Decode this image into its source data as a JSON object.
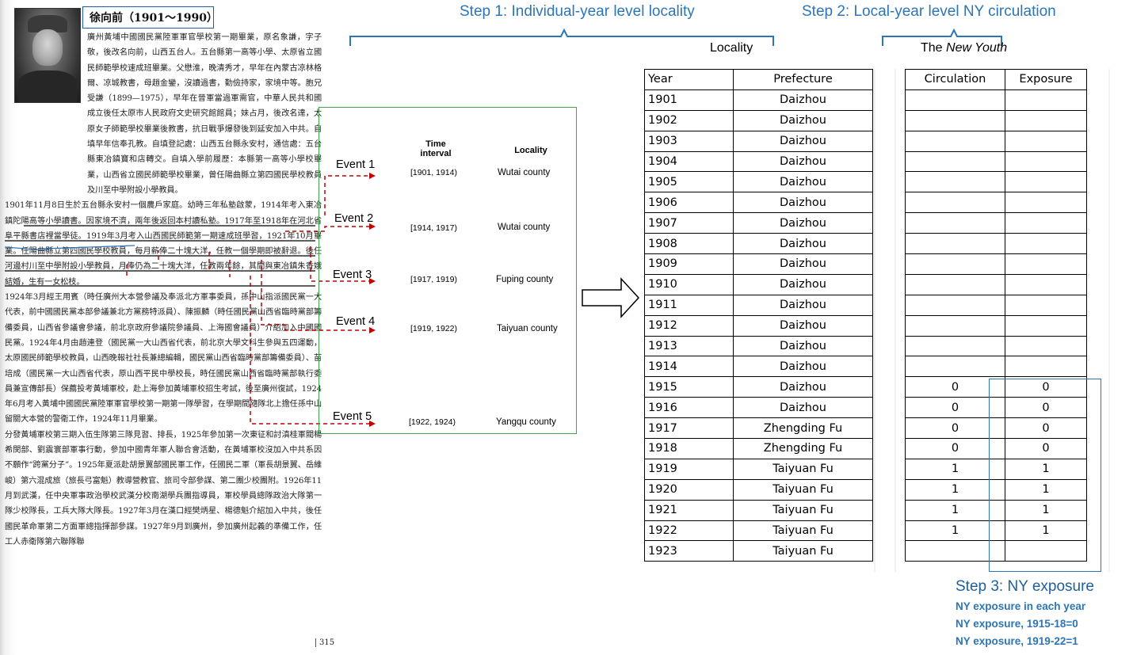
{
  "bio": {
    "title": "徐向前（1901〜1990）",
    "paragraphs": [
      "廣州黃埔中國國民黨陸軍軍官學校第一期畢業，原名象謙，字子敬，後改名向前，山西五台人。五台縣第一高等小學、太原省立國民師範學校速成班畢業。父懋淮，晚清秀才，早年在內蒙古凉林格爾、凉城教書，母趙金鑾，沒讀過書，勤儉持家，家境中等。胞兄受謙（1899—1975），早年在晉軍當過軍需官，中華人民共和國成立後任太原市人民政府文史研究館館員；妹占月，後改名達，太原女子師範學校畢業後教書，抗日戰爭爆發後到延安加入中共。自填早年信奉孔教。自填登記處：山西五台縣永安村，通信處：五台縣東冶鎮寶和店轉交。自填入學前履歷：本縣第一高等小學校畢業，山西省立國民師範學校畢業，曾任陽曲縣立第四國民學校教員及川至中學附設小學教員。",
      "1901年11月8日生於五台縣永安村一個農戶家庭。幼時三年私塾啟蒙，1914年考入東冶鎮陀陽高等小學讀書。因家境不濟，兩年後返回本村讀私塾。1917年至1918年在河北省阜平縣書店裡當學徒。1919年3月考入山西國民師範第一期速成班學習，1921年10月畢業。任陽曲縣立第四國民學校教員，每月薪俸二十塊大洋，任教一個學期即被辭退。後任河邊村川至中學附設小學教員，月俸仍為二十塊大洋，任教兩年餘，其間與東冶鎮朱香娥結婚，生有一女松枝。",
      "1924年3月經王用賓（時任廣州大本營參議及奉派北方軍事委員，孫中山指派國民黨一大代表，前中國國民黨本部參議兼北方黨務特派員）、陳振麟（時任國民黨山西省臨時黨部籌備委員，山西省參議會參議，前北京政府參議院參議員、上海國會議員）介紹加入中國國民黨。1924年4月由趙連登（國民黨一大山西省代表，前北京大學文科生參與五四運動，太原國民師範學校教員，山西晚報社社長兼總編輯，國民黨山西省臨時黨部籌備委員）、苗培成（國民黨一大山西省代表，原山西平民中學校長，時任國民黨山西省臨時黨部執行委員兼宣傳部長）保薦投考黃埔軍校，赴上海參加黃埔軍校招生考試，後至廣州復試，1924年6月考入黃埔中國國民黨陸軍軍官學校第一期第一隊學習，在學期間隨隊北上擔任孫中山留關大本營的警衛工作，1924年11月畢業。",
      "分發黃埔軍校第三期入伍生隊第三隊見習、排長，1925年參加第一次東征和討滇桂軍閥楊希閔部、劉震寰部軍事行動，參加中國青年軍人聯合會活動，在黃埔軍校沒加入中共系因不願作“跨黨分子”。1925年夏派赴胡景翼部國民軍工作，任國民二軍（軍長胡景翼、岳維峻）第六混成旅（旅長弓富魁）教導營教官、旅司令部參謀、第二團少校團附。1926年11月到武漢，任中央軍事政治學校武漢分校南湖學兵團指導員，軍校學員總隊政治大隊第一隊少校隊長，工兵大隊大隊長。1927年3月在漢口經樊炳星、楊德魁介紹加入中共，後任國民革命軍第二方面軍總指揮部參謀。1927年9月到廣州，參加廣州起義的準備工作，任工人赤衛隊第六聯隊聯"
    ],
    "page_number": "315"
  },
  "steps": {
    "step1": "Step 1: Individual-year level locality",
    "step2": "Step 2: Local-year level NY circulation",
    "step3": "Step 3: NY exposure"
  },
  "events_box": {
    "header_time": "Time interval",
    "header_locality": "Locality",
    "events": [
      {
        "label": "Event 1",
        "interval": "[1901, 1914)",
        "locality": "Wutai county"
      },
      {
        "label": "Event 2",
        "interval": "[1914, 1917)",
        "locality": "Wutai county"
      },
      {
        "label": "Event 3",
        "interval": "[1917, 1919)",
        "locality": "Fuping county"
      },
      {
        "label": "Event 4",
        "interval": "[1919, 1922)",
        "locality": "Taiyuan county"
      },
      {
        "label": "Event 5",
        "interval": "[1922, 1924)",
        "locality": "Yangqu county"
      }
    ]
  },
  "locality_table": {
    "title": "Locality",
    "headers": [
      "Year",
      "Prefecture"
    ],
    "rows": [
      [
        "1901",
        "Daizhou"
      ],
      [
        "1902",
        "Daizhou"
      ],
      [
        "1903",
        "Daizhou"
      ],
      [
        "1904",
        "Daizhou"
      ],
      [
        "1905",
        "Daizhou"
      ],
      [
        "1906",
        "Daizhou"
      ],
      [
        "1907",
        "Daizhou"
      ],
      [
        "1908",
        "Daizhou"
      ],
      [
        "1909",
        "Daizhou"
      ],
      [
        "1910",
        "Daizhou"
      ],
      [
        "1911",
        "Daizhou"
      ],
      [
        "1912",
        "Daizhou"
      ],
      [
        "1913",
        "Daizhou"
      ],
      [
        "1914",
        "Daizhou"
      ],
      [
        "1915",
        "Daizhou"
      ],
      [
        "1916",
        "Daizhou"
      ],
      [
        "1917",
        "Zhengding Fu"
      ],
      [
        "1918",
        "Zhengding Fu"
      ],
      [
        "1919",
        "Taiyuan Fu"
      ],
      [
        "1920",
        "Taiyuan Fu"
      ],
      [
        "1921",
        "Taiyuan Fu"
      ],
      [
        "1922",
        "Taiyuan Fu"
      ],
      [
        "1923",
        "Taiyuan Fu"
      ]
    ]
  },
  "ny_table": {
    "title_prefix": "The ",
    "title_italic": "New Youth",
    "headers": [
      "Circulation",
      "Exposure"
    ],
    "rows": [
      [
        "",
        ""
      ],
      [
        "",
        ""
      ],
      [
        "",
        ""
      ],
      [
        "",
        ""
      ],
      [
        "",
        ""
      ],
      [
        "",
        ""
      ],
      [
        "",
        ""
      ],
      [
        "",
        ""
      ],
      [
        "",
        ""
      ],
      [
        "",
        ""
      ],
      [
        "",
        ""
      ],
      [
        "",
        ""
      ],
      [
        "",
        ""
      ],
      [
        "",
        ""
      ],
      [
        "0",
        "0"
      ],
      [
        "0",
        "0"
      ],
      [
        "0",
        "0"
      ],
      [
        "0",
        "0"
      ],
      [
        "1",
        "1"
      ],
      [
        "1",
        "1"
      ],
      [
        "1",
        "1"
      ],
      [
        "1",
        "1"
      ],
      [
        "",
        ""
      ]
    ]
  },
  "step3_notes": [
    "NY exposure in each year",
    "NY exposure, 1915-18=0",
    "NY exposure, 1919-22=1"
  ],
  "colors": {
    "step_title": "#2e75b6",
    "event_box_border": "#3ea84a",
    "arrow_red": "#c00000",
    "highlight_box": "#2e75b6"
  }
}
